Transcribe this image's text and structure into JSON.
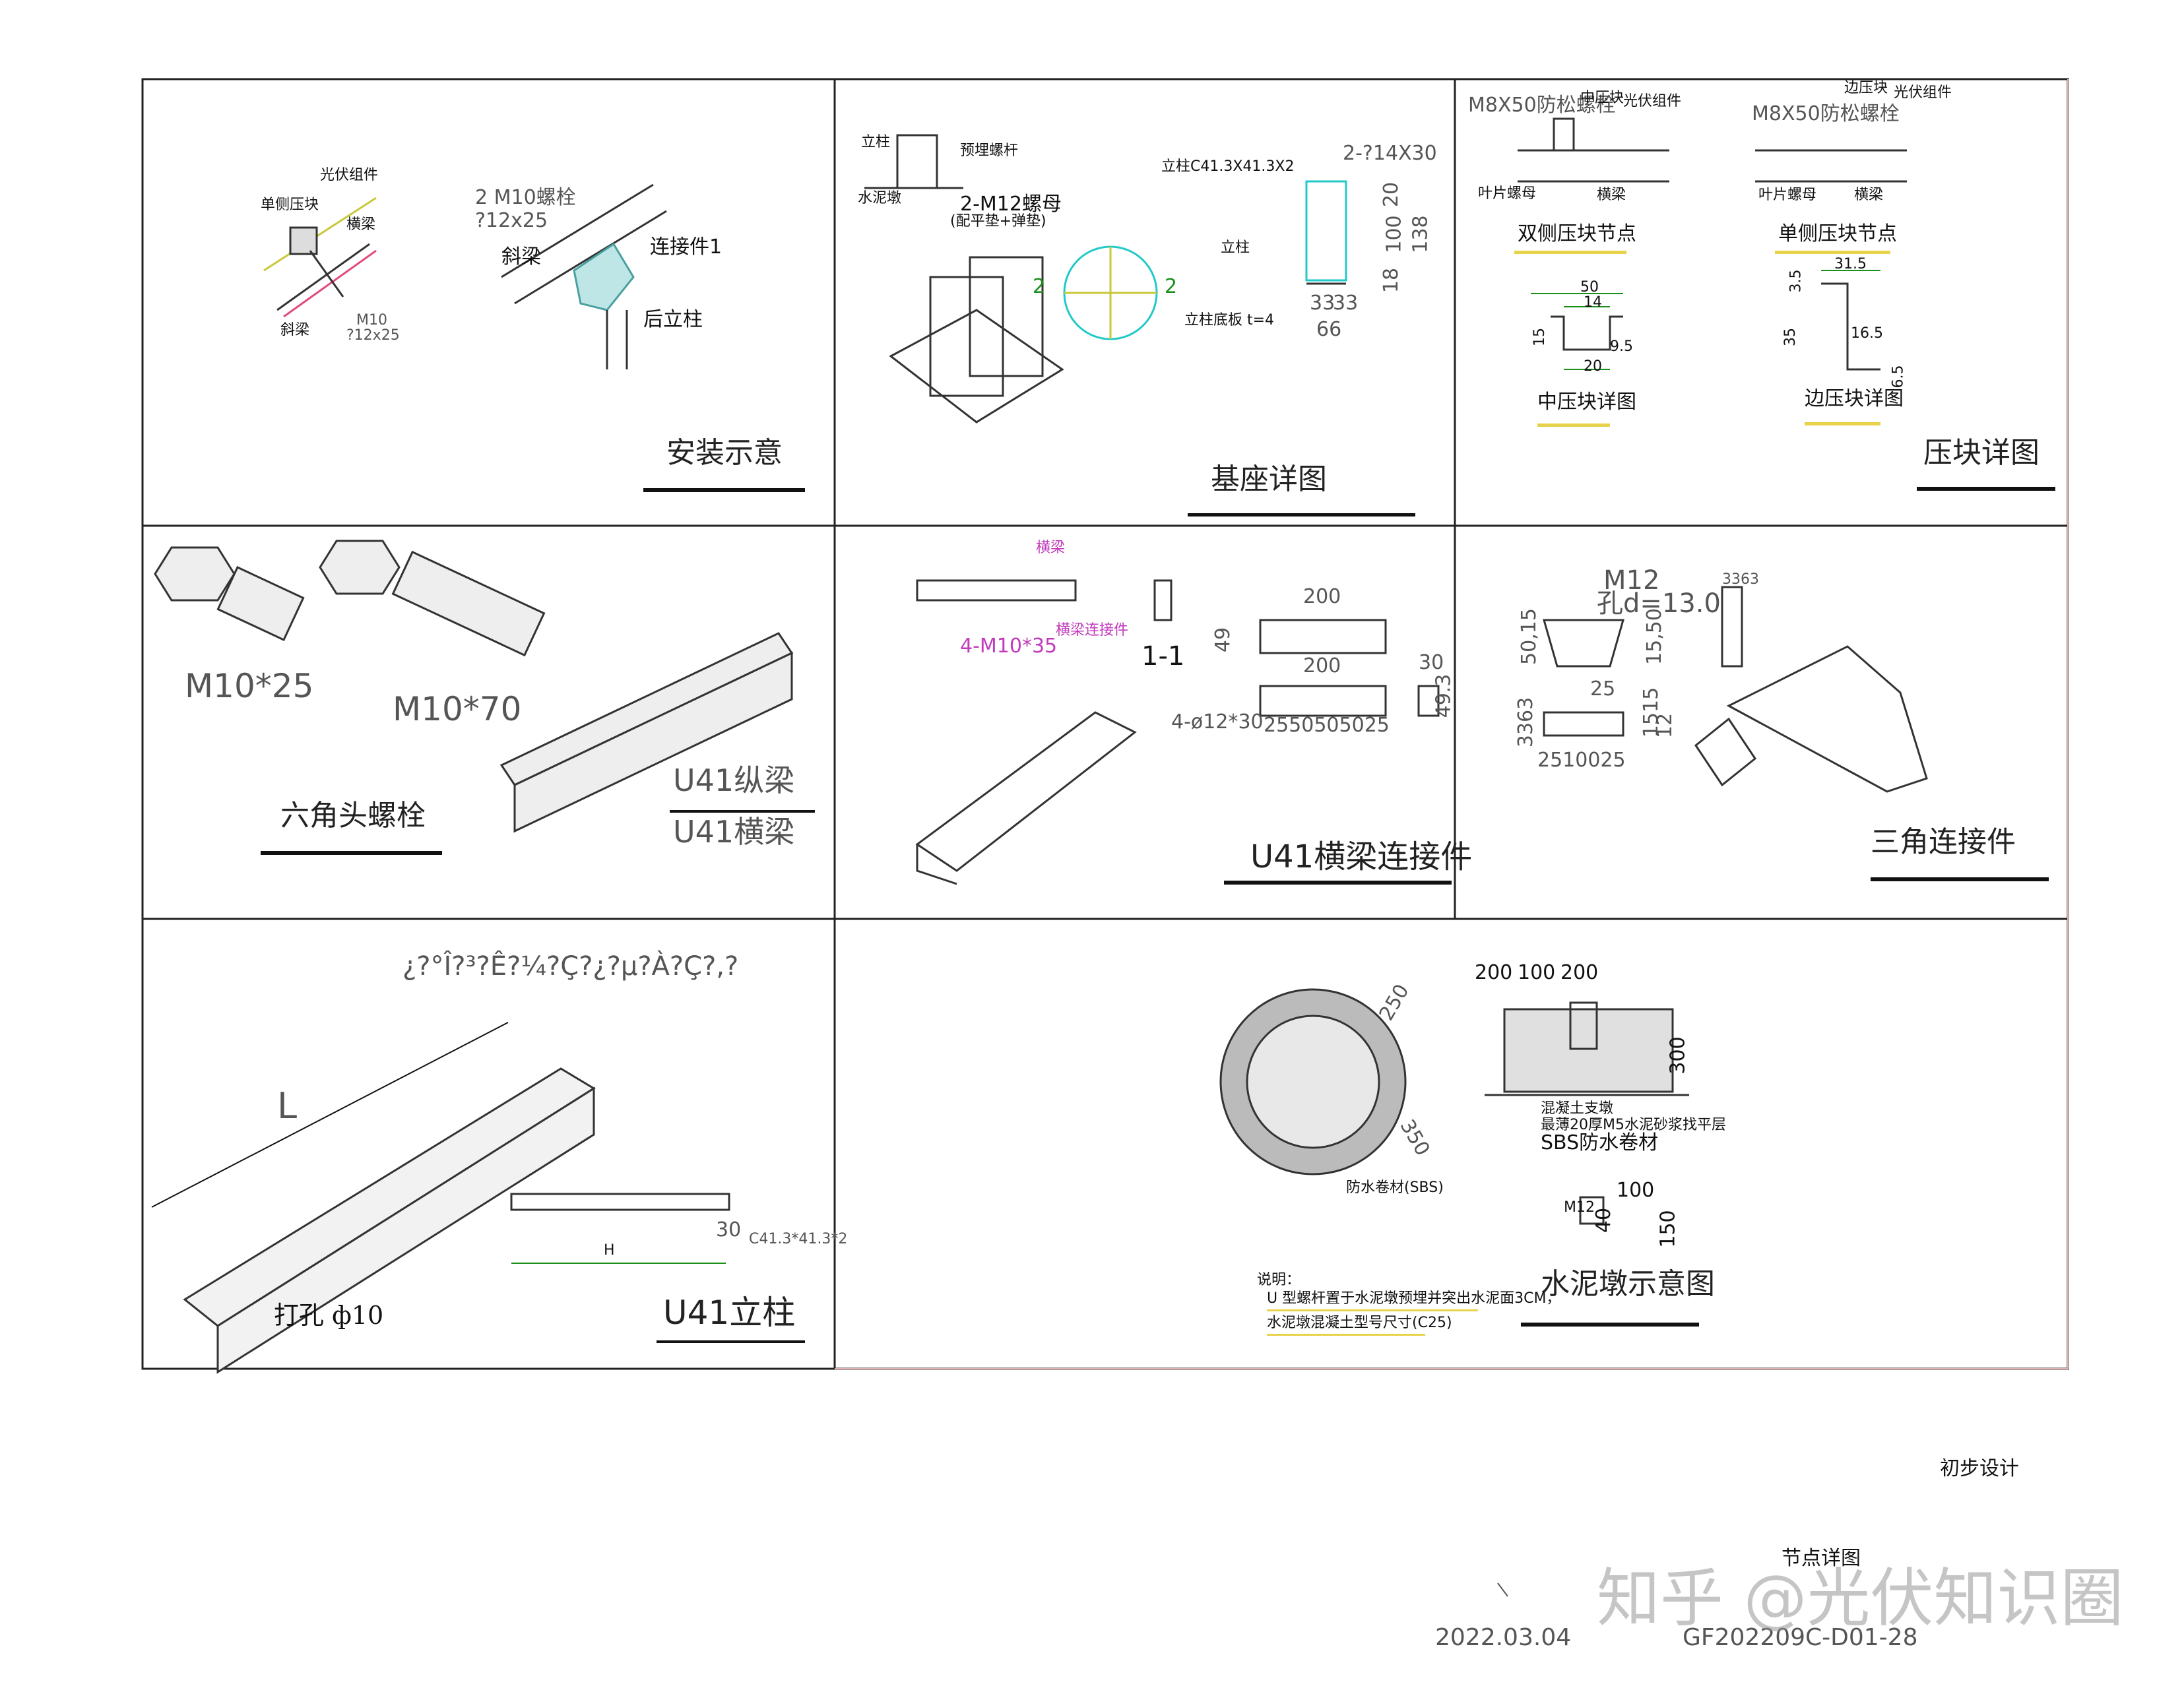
{
  "panels": {
    "install": {
      "title": "安装示意",
      "labels": {
        "pv": "光伏组件",
        "press": "单侧压块",
        "beam": "横梁",
        "diag": "斜梁",
        "bolt_a": "M10",
        "bolt_b": "?12x25",
        "bolt2_a": "2 M10螺栓",
        "bolt2_b": "?12x25",
        "diag2": "斜梁",
        "conn": "连接件1",
        "post": "后立柱"
      }
    },
    "base": {
      "title": "基座详图",
      "labels": {
        "post": "立柱",
        "anchor": "预埋螺杆",
        "cement": "水泥墩",
        "nut_a": "2-M12螺母",
        "nut_b": "(配平垫+弹垫)",
        "col": "立柱C41.3X41.3X2",
        "sec": "2",
        "sec2": "2",
        "holes": "2-?14X30",
        "post2": "立柱",
        "plate": "立柱底板 t=4",
        "d1": "20",
        "d2": "100",
        "d3": "18",
        "d4": "138",
        "d5": "33",
        "d6": "33",
        "d7": "66"
      }
    },
    "clamp": {
      "title": "压块详图",
      "labels": {
        "bolt": "M8X50防松螺栓",
        "mid": "中压块",
        "pv": "光伏组件",
        "nut": "叶片螺母",
        "beam": "横梁",
        "node_dbl": "双侧压块节点",
        "bolt2": "M8X50防松螺栓",
        "edge": "边压块",
        "pv2": "光伏组件",
        "nut2": "叶片螺母",
        "beam2": "横梁",
        "node_sgl": "单侧压块节点",
        "d50": "50",
        "d14": "14",
        "d15": "15",
        "d20": "20",
        "d9": "9.5",
        "mid_detail": "中压块详图",
        "d31": "31.5",
        "d35": "35",
        "d16": "16.5",
        "d3": "3.5",
        "d6": "6.5",
        "edge_detail": "边压块详图"
      }
    },
    "bolt": {
      "title": "六角头螺栓",
      "m25": "M10*25",
      "m70": "M10*70",
      "u41a": "U41纵梁",
      "u41b": "U41横梁"
    },
    "u41conn": {
      "title": "U41横梁连接件",
      "beam": "横梁",
      "conn": "横梁连接件",
      "bolts": "4-M10*35",
      "sec": "1-1",
      "d200a": "200",
      "d200b": "200",
      "d49": "49",
      "holes": "4-ø12*30",
      "dims": "2550505025",
      "d30": "30",
      "d493": "49.3"
    },
    "tri": {
      "title": "三角连接件",
      "m12": "M12",
      "hole": "孔d=13.0",
      "d5015": "50,15",
      "d1550": "15,50",
      "d25": "25",
      "d3363": "3363",
      "d1515": "1515",
      "d12": "12",
      "d2510025": "2510025",
      "d33633": "3363"
    },
    "post": {
      "title": "U41立柱",
      "garbled": "¿?°Î?³?Ê?¼?Ç?¿?µ?À?Ç?,?",
      "L": "L",
      "hole": "打孔 ф10",
      "H": "H",
      "d30": "30",
      "col": "C41.3*41.3*2"
    },
    "pier": {
      "title": "水泥墩示意图",
      "d250": "250",
      "d350": "350",
      "sbs": "防水卷材(SBS)",
      "d200": "200",
      "d100": "100",
      "d200b": "200",
      "d300": "300",
      "c1": "混凝土支墩",
      "c2": "最薄20厚M5水泥砂浆找平层",
      "c3": "SBS防水卷材",
      "m12": "M12",
      "d100b": "100",
      "d40": "40",
      "d150": "150",
      "note_h": "说明：",
      "note1": "U 型螺杆置于水泥墩预埋并突出水泥面3CM，",
      "note2": "水泥墩混凝土型号尺寸(C25)"
    }
  },
  "footer": {
    "stage": "初步设计",
    "drawing": "节点详图",
    "date": "2022.03.04",
    "number": "GF202209C-D01-28",
    "watermark": "知乎 @光伏知识圈"
  }
}
